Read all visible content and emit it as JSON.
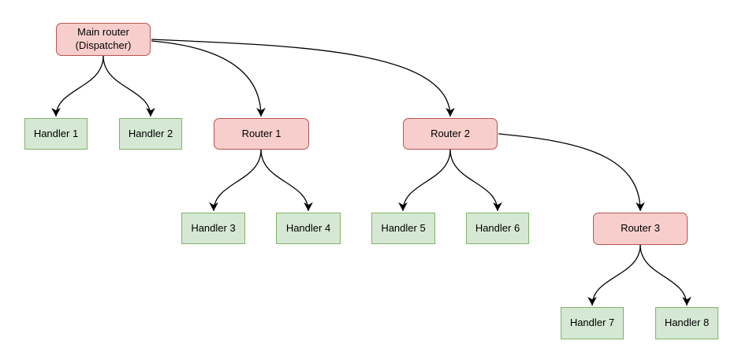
{
  "diagram": {
    "type": "tree",
    "colors": {
      "background": "#ffffff",
      "router_fill": "#f8cecc",
      "router_border": "#b85450",
      "handler_fill": "#d5e8d4",
      "handler_border": "#82b366",
      "edge": "#000000"
    },
    "nodes": [
      {
        "id": "main-router",
        "type": "router",
        "label": "Main router\n(Dispatcher)"
      },
      {
        "id": "handler-1",
        "type": "handler",
        "label": "Handler 1"
      },
      {
        "id": "handler-2",
        "type": "handler",
        "label": "Handler 2"
      },
      {
        "id": "router-1",
        "type": "router",
        "label": "Router 1"
      },
      {
        "id": "router-2",
        "type": "router",
        "label": "Router 2"
      },
      {
        "id": "handler-3",
        "type": "handler",
        "label": "Handler 3"
      },
      {
        "id": "handler-4",
        "type": "handler",
        "label": "Handler 4"
      },
      {
        "id": "handler-5",
        "type": "handler",
        "label": "Handler 5"
      },
      {
        "id": "handler-6",
        "type": "handler",
        "label": "Handler 6"
      },
      {
        "id": "router-3",
        "type": "router",
        "label": "Router 3"
      },
      {
        "id": "handler-7",
        "type": "handler",
        "label": "Handler 7"
      },
      {
        "id": "handler-8",
        "type": "handler",
        "label": "Handler 8"
      }
    ],
    "edges": [
      {
        "from": "main-router",
        "to": "handler-1"
      },
      {
        "from": "main-router",
        "to": "handler-2"
      },
      {
        "from": "main-router",
        "to": "router-1"
      },
      {
        "from": "main-router",
        "to": "router-2"
      },
      {
        "from": "router-1",
        "to": "handler-3"
      },
      {
        "from": "router-1",
        "to": "handler-4"
      },
      {
        "from": "router-2",
        "to": "handler-5"
      },
      {
        "from": "router-2",
        "to": "handler-6"
      },
      {
        "from": "router-2",
        "to": "router-3"
      },
      {
        "from": "router-3",
        "to": "handler-7"
      },
      {
        "from": "router-3",
        "to": "handler-8"
      }
    ]
  }
}
